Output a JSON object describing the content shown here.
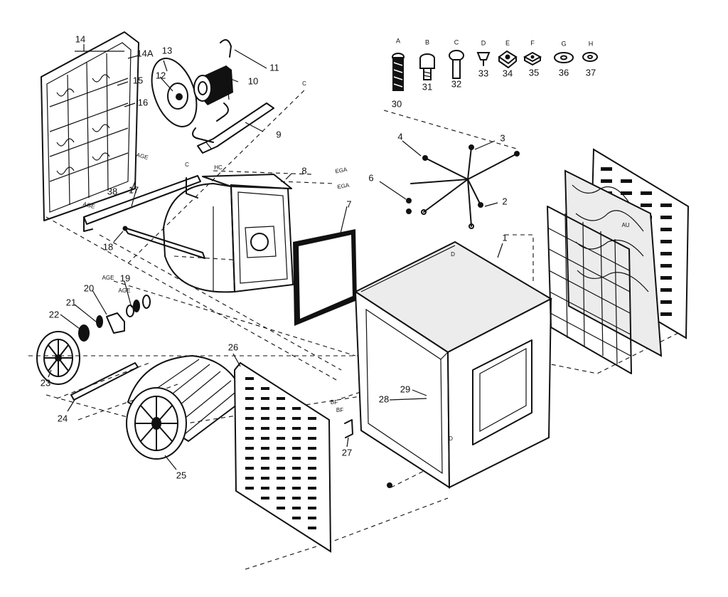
{
  "part_numbers": {
    "p1": "1",
    "p2": "2",
    "p3": "3",
    "p4": "4",
    "p6": "6",
    "p7": "7",
    "p8": "8",
    "p9": "9",
    "p10": "10",
    "p11": "11",
    "p12": "12",
    "p13": "13",
    "p14": "14",
    "p14a": "14A",
    "p15": "15",
    "p16": "16",
    "p17": "17",
    "p18": "18",
    "p19": "19",
    "p20": "20",
    "p21": "21",
    "p22": "22",
    "p23": "23",
    "p24": "24",
    "p25": "25",
    "p26": "26",
    "p27": "27",
    "p28": "28",
    "p29": "29",
    "p30": "30",
    "p31": "31",
    "p32": "32",
    "p33": "33",
    "p34": "34",
    "p35": "35",
    "p36": "36",
    "p37": "37",
    "p38": "38"
  },
  "hardware_letters": [
    "A",
    "B",
    "C",
    "D",
    "E",
    "F",
    "G",
    "H"
  ],
  "reference_codes": {
    "c_top": "C",
    "c_bracket": "C",
    "hc": "HC",
    "age_1": "AGE",
    "age_2": "AGE",
    "age_3": "AGE",
    "age_4": "AGE",
    "ega_1": "EGA",
    "ega_2": "EGA",
    "d_top": "D",
    "d_bottom": "D",
    "au": "AU",
    "bf_1": "BF",
    "bf_2": "BF"
  }
}
